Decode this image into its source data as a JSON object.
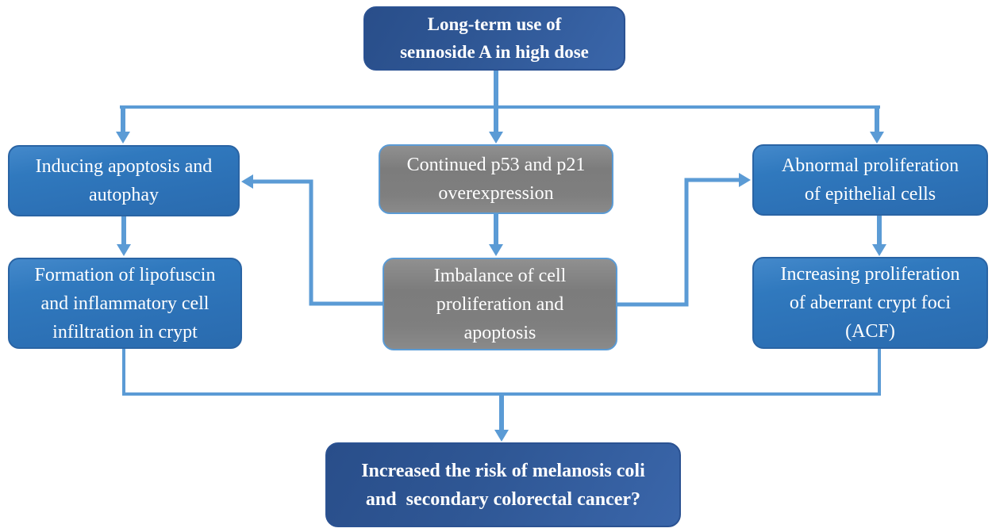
{
  "diagram": {
    "type": "flowchart",
    "nodes": {
      "top": "Long-term use of\nsennoside A in high dose",
      "left1": "Inducing apoptosis and\nautophay",
      "center1": "Continued p53 and p21\noverexpression",
      "right1": "Abnormal proliferation\nof epithelial cells",
      "left2": "Formation of lipofuscin\nand inflammatory cell\ninfiltration in crypt",
      "center2": "Imbalance of cell\nproliferation and\napoptosis",
      "right2": "Increasing proliferation\nof aberrant crypt foci\n(ACF)",
      "bottom": "Increased the risk of melanosis coli\nand  secondary colorectal cancer?"
    },
    "colors": {
      "connector_blue": "#5b9bd5",
      "node_blue": "#2e74b8",
      "node_blue_border": "#2a64a4",
      "node_gray": "#7f7f7f",
      "node_gray_border": "#5b9bd5",
      "node_dark_blue": "#2f5795",
      "text": "#ffffff",
      "background": "#ffffff"
    }
  }
}
